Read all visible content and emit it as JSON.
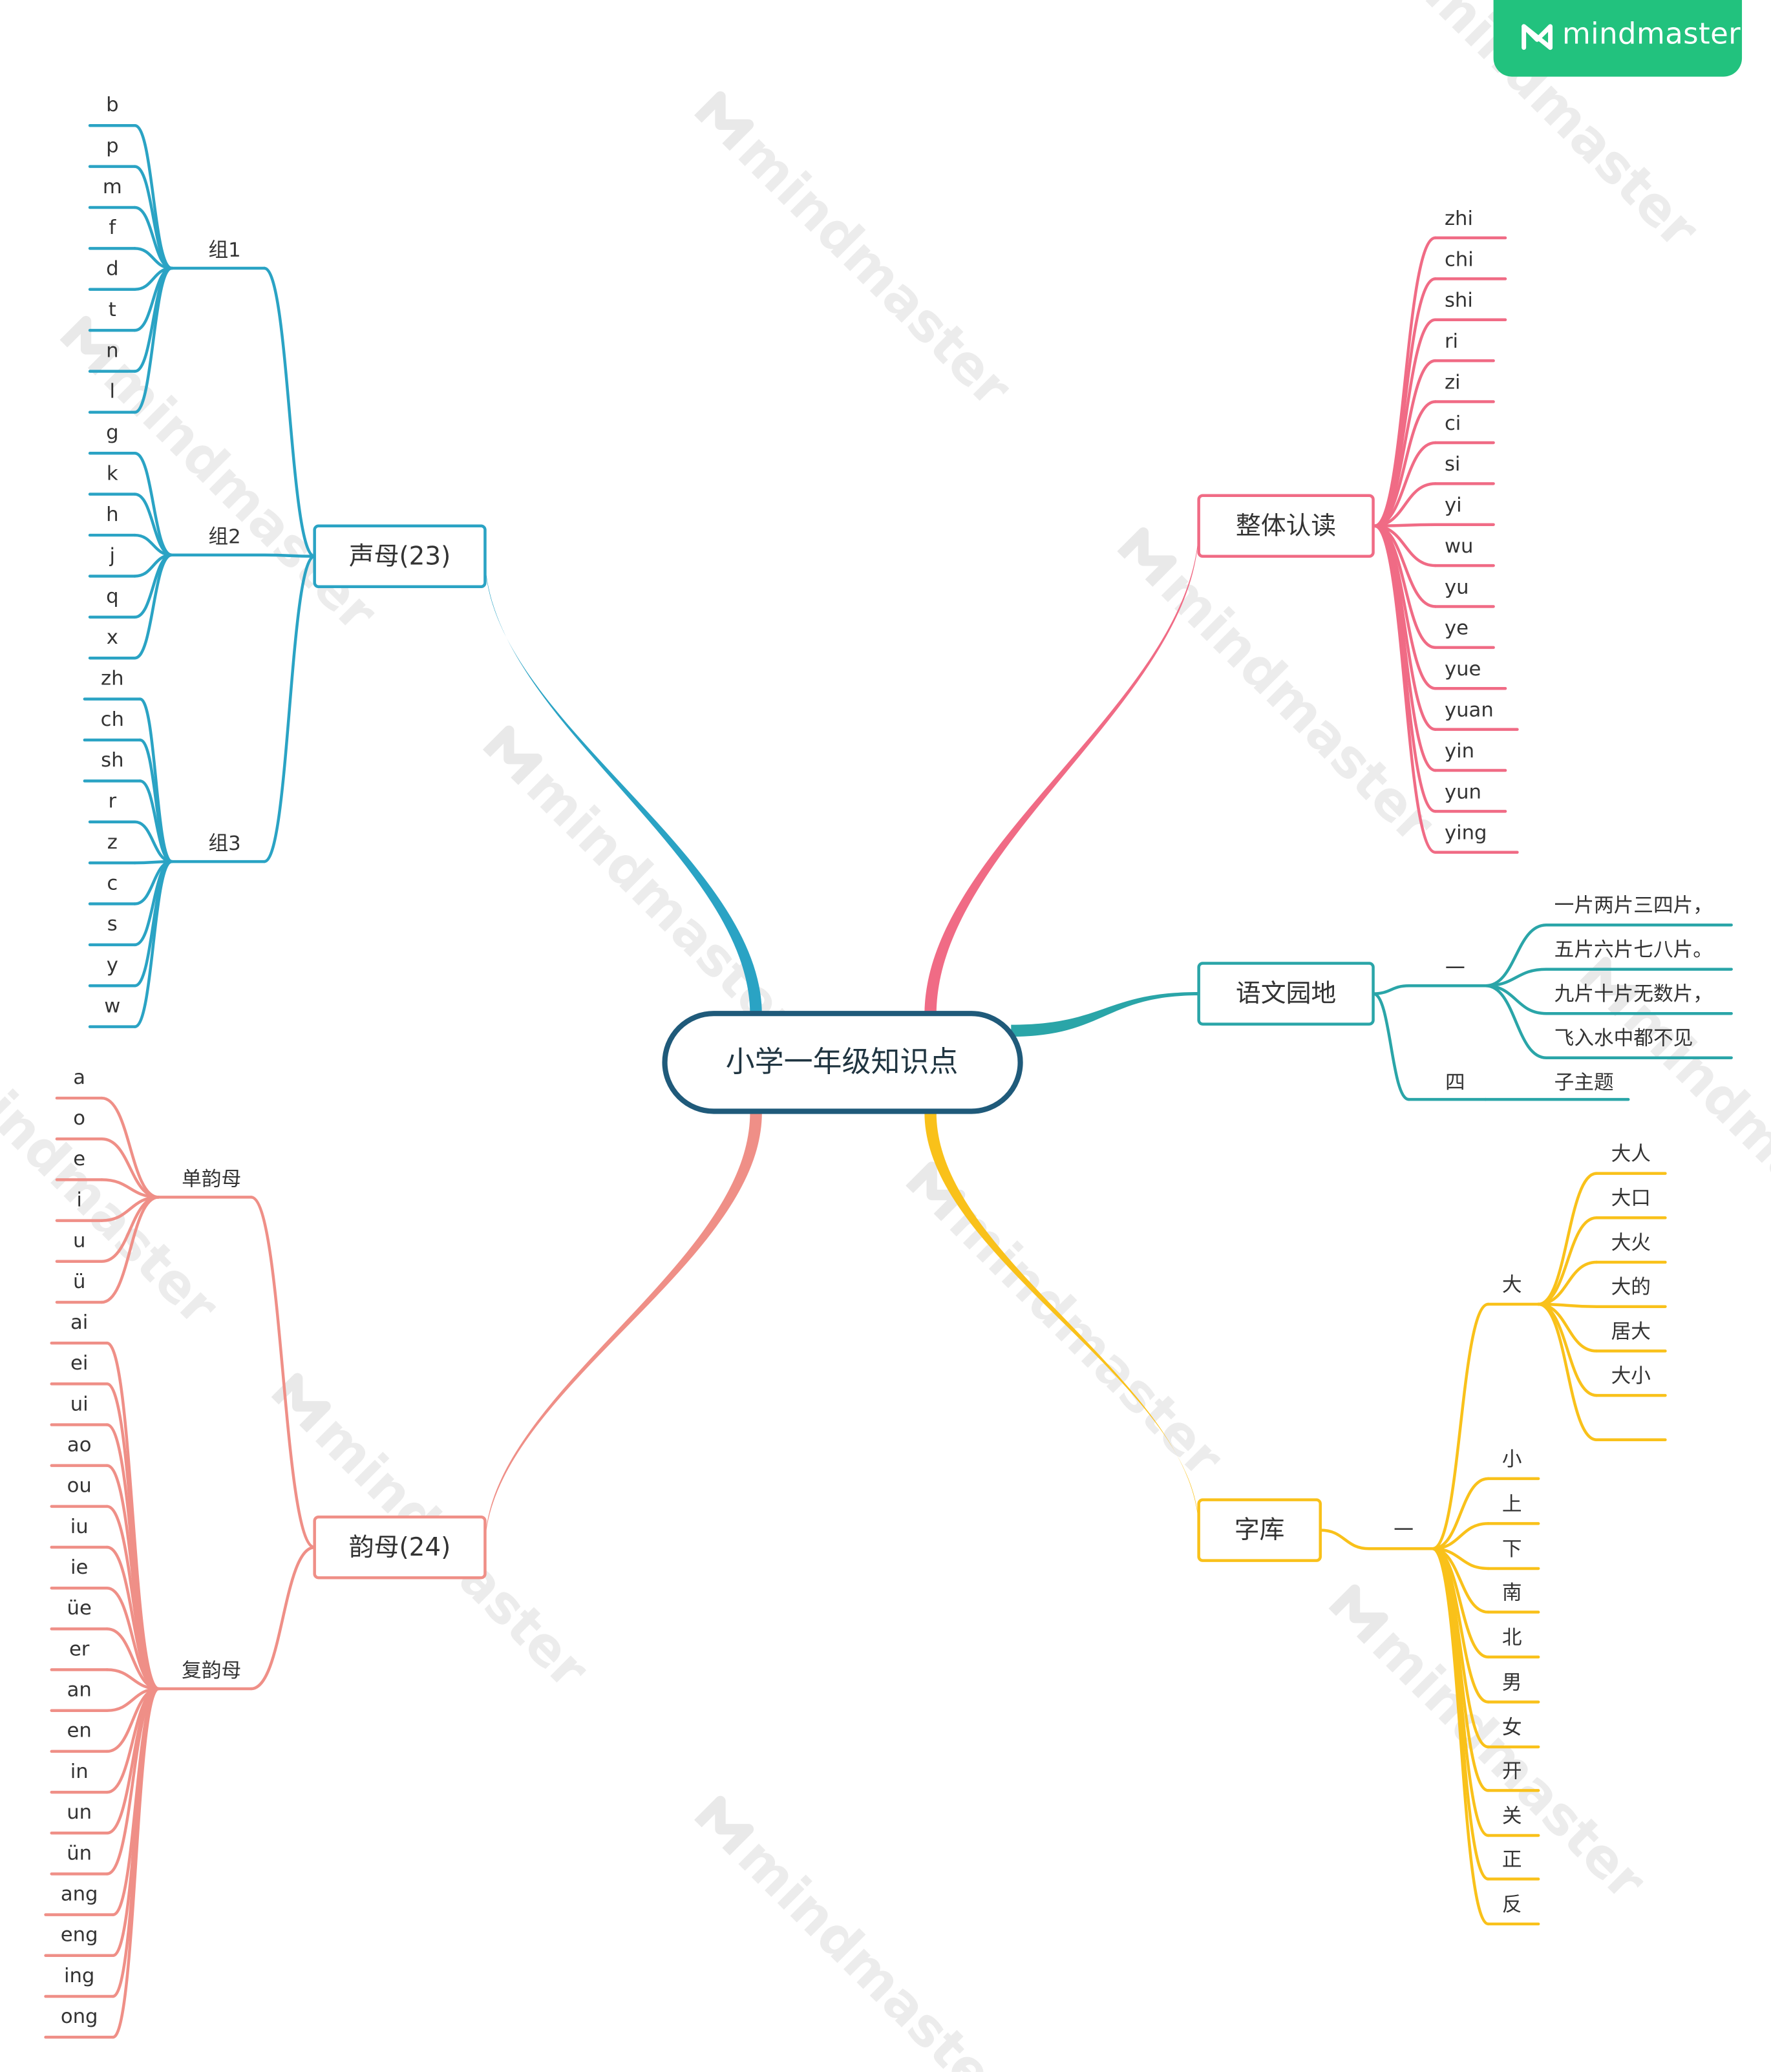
{
  "badge": {
    "text": "mindmaster",
    "icon": "mindmaster-logo-icon",
    "color": "#22c27e"
  },
  "watermark": {
    "text": "mindmaster"
  },
  "central": {
    "label": "小学一年级知识点",
    "color": "#1f5a7a"
  },
  "colors": {
    "shengmu": "#2aa3c4",
    "zhengti": "#f06b85",
    "yuwen": "#2aa5a8",
    "ziku": "#f9c11a",
    "yunmu": "#ef8f87"
  },
  "branches": {
    "shengmu": {
      "label": "声母(23)",
      "groups": [
        {
          "label": "组1",
          "items": [
            "b",
            "p",
            "m",
            "f",
            "d",
            "t",
            "n",
            "l"
          ]
        },
        {
          "label": "组2",
          "items": [
            "g",
            "k",
            "h",
            "j",
            "q",
            "x"
          ]
        },
        {
          "label": "组3",
          "items": [
            "zh",
            "ch",
            "sh",
            "r",
            "z",
            "c",
            "s",
            "y",
            "w"
          ]
        }
      ]
    },
    "yunmu": {
      "label": "韵母(24)",
      "groups": [
        {
          "label": "单韵母",
          "items": [
            "a",
            "o",
            "e",
            "i",
            "u",
            "ü"
          ]
        },
        {
          "label": "复韵母",
          "items": [
            "ai",
            "ei",
            "ui",
            "ao",
            "ou",
            "iu",
            "ie",
            "üe",
            "er",
            "an",
            "en",
            "in",
            "un",
            "ün",
            "ang",
            "eng",
            "ing",
            "ong"
          ]
        }
      ]
    },
    "zhengti": {
      "label": "整体认读",
      "items": [
        "zhi",
        "chi",
        "shi",
        "ri",
        "zi",
        "ci",
        "si",
        "yi",
        "wu",
        "yu",
        "ye",
        "yue",
        "yuan",
        "yin",
        "yun",
        "ying"
      ]
    },
    "yuwen": {
      "label": "语文园地",
      "groups": [
        {
          "label": "一",
          "items": [
            "一片两片三四片，",
            "五片六片七八片。",
            "九片十片无数片，",
            "飞入水中都不见"
          ]
        },
        {
          "label": "四",
          "items": [
            "子主题"
          ]
        }
      ]
    },
    "ziku": {
      "label": "字库",
      "group": {
        "label": "一",
        "subgroups": [
          {
            "label": "大",
            "items": [
              "大人",
              "大口",
              "大火",
              "大的",
              "居大",
              "大小",
              ""
            ]
          },
          {
            "label": "小",
            "items": []
          },
          {
            "label": "上",
            "items": []
          },
          {
            "label": "下",
            "items": []
          },
          {
            "label": "南",
            "items": []
          },
          {
            "label": "北",
            "items": []
          },
          {
            "label": "男",
            "items": []
          },
          {
            "label": "女",
            "items": []
          },
          {
            "label": "开",
            "items": []
          },
          {
            "label": "关",
            "items": []
          },
          {
            "label": "正",
            "items": []
          },
          {
            "label": "反",
            "items": []
          }
        ]
      }
    }
  }
}
